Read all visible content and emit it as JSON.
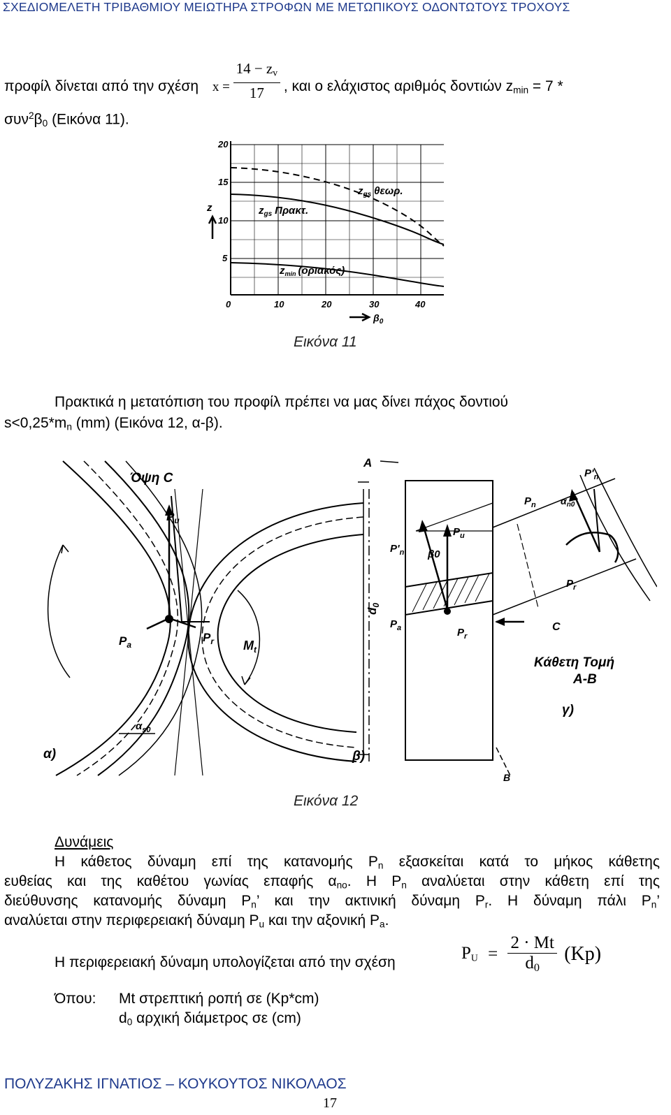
{
  "header": {
    "title": "ΣΧΕΔΙΟΜΕΛΕΤΗ ΤΡΙΒΑΘΜΙΟΥ ΜΕΙΩΤΗΡΑ ΣΤΡΟΦΩΝ ΜΕ ΜΕΤΩΠΙΚΟΥΣ ΟΔΟΝΤΩΤΟΥΣ ΤΡΟΧΟΥΣ"
  },
  "intro": {
    "line1_a": "προφίλ δίνεται από την σχέση",
    "formula_x_lhs": "x =",
    "formula_x_num": "14 − z",
    "formula_x_num_sub": "v",
    "formula_x_den": "17",
    "line1_b": ", και ο ελάχιστος αριθμός δοντιών z",
    "line1_b_sub": "min",
    "line1_c": " = 7 *",
    "line2_a": "συν",
    "line2_sup": "2",
    "line2_b": "β",
    "line2_sub": "0",
    "line2_c": " (Εικόνα 11)."
  },
  "figure11": {
    "caption": "Εικόνα 11",
    "y_ticks": [
      "20",
      "15",
      "10",
      "5",
      "0"
    ],
    "x_ticks": [
      "10",
      "20",
      "30",
      "40"
    ],
    "y_label": "z",
    "x_label": "β",
    "x_label_sub": "0",
    "curve_theor": "z",
    "curve_theor_sub": "gs",
    "curve_theor_text": "θεωρ.",
    "curve_pract": "z",
    "curve_pract_sub": "gs",
    "curve_pract_text": "Πρακτ.",
    "curve_min": "z",
    "curve_min_sub": "min",
    "curve_min_text": "(οριακός)"
  },
  "para2": {
    "line1": "Πρακτικά η μετατόπιση του προφίλ πρέπει να μας δίνει πάχος δοντιού",
    "line2_a": "s<0,25*m",
    "line2_sub": "n",
    "line2_b": " (mm) (Εικόνα 12, α-β)."
  },
  "figure12": {
    "caption": "Εικόνα 12",
    "view_c": "Όψη C",
    "label_a": "α)",
    "label_b": "β)",
    "label_g": "γ)",
    "section_title_1": "Κάθετη Τομή",
    "section_title_2": "A-B",
    "Pu": "P",
    "Pu_sub": "u",
    "Pa": "P",
    "Pa_sub": "a",
    "Pr": "P",
    "Pr_sub": "r",
    "Pn": "P",
    "Pn_sub": "n",
    "Pn_prime": "P'",
    "Pn_prime_sub": "n",
    "Mt": "M",
    "Mt_sub": "t",
    "d0": "d",
    "d0_sub": "0",
    "beta0": "β0",
    "alpha_n0": "α",
    "alpha_n0_sub": "n0",
    "alpha_s0": "α",
    "alpha_s0_sub": "s0",
    "A": "A",
    "B": "B",
    "C": "C"
  },
  "forces": {
    "heading": "Δυνάμεις",
    "l1": "Η κάθετος δύναμη επί της κατανομής P",
    "l1_sub": "n",
    "l1_b": " εξασκείται κατά το μήκος κάθετης",
    "l2": "ευθείας και της καθέτου γωνίας επαφής α",
    "l2_sub": "no",
    "l2_b": ". Η P",
    "l2_sub2": "n",
    "l2_c": " αναλύεται στην κάθετη επί της",
    "l3": "διεύθυνσης κατανομής δύναμη P",
    "l3_sub": "n",
    "l3_b": "’ και την ακτινική δύναμη P",
    "l3_sub2": "r",
    "l3_c": ". Η δύναμη πάλι P",
    "l3_sub3": "n",
    "l3_d": "’",
    "l4": "αναλύεται στην περιφερειακή δύναμη P",
    "l4_sub": "u",
    "l4_b": " και την αξονική P",
    "l4_sub2": "a",
    "l4_c": ".",
    "formula_intro": "Η περιφερειακή δύναμη υπολογίζεται από την σχέση",
    "formula_lhs": "P",
    "formula_lhs_sub": "U",
    "formula_eq": "=",
    "formula_num": "2 · Mt",
    "formula_den": "d",
    "formula_den_sub": "0",
    "formula_unit": "(Kp)"
  },
  "where": {
    "label": "Όπου:",
    "item1": "Mt στρεπτική ροπή σε (Kp*cm)",
    "item2_a": "d",
    "item2_sub": "0",
    "item2_b": " αρχική διάμετρος σε (cm)"
  },
  "footer": {
    "authors": "ΠΟΛΥΖΑΚΗΣ ΙΓΝΑΤΙΟΣ – ΚΟΥΚΟΥΤΟΣ ΝΙΚΟΛΑΟΣ",
    "page": "17"
  }
}
